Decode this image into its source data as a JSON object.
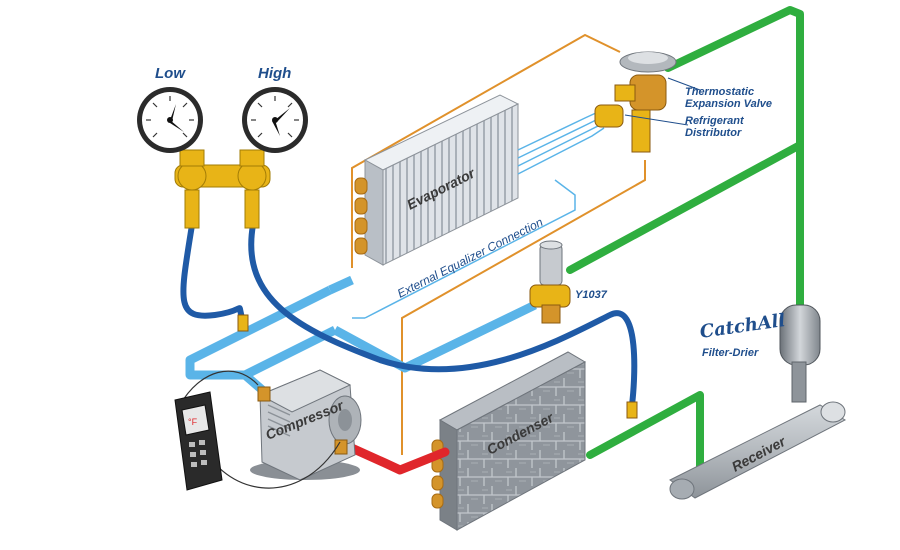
{
  "labels": {
    "low": "Low",
    "high": "High",
    "tev_line1": "Thermostatic",
    "tev_line2": "Expansion Valve",
    "distributor_line1": "Refrigerant",
    "distributor_line2": "Distributor",
    "evaporator": "Evaporator",
    "equalizer": "External Equalizer Connection",
    "solenoid": "Y1037",
    "logo": "CatchAll",
    "filter_drier": "Filter-Drier",
    "compressor": "Compressor",
    "condenser": "Condenser",
    "receiver": "Receiver",
    "thermometer_display": "°F"
  },
  "colors": {
    "liquid_line": "#2fae3f",
    "suction_line": "#5ab4e8",
    "hose": "#1f5aa6",
    "discharge_line": "#e0262b",
    "brass": "#e8b417",
    "equalizer_line": "#e0912b",
    "label_text": "#1f4e8c"
  },
  "icons": {
    "gauge": "pressure-gauge-icon",
    "thermometer": "digital-thermometer-icon",
    "valve": "expansion-valve-icon"
  }
}
